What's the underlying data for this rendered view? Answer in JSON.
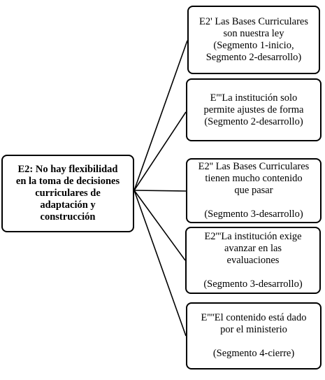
{
  "root": {
    "text": "E2: No hay flexibilidad\nen la toma de decisiones\ncurriculares de\nadaptación y\nconstrucción"
  },
  "children": [
    {
      "text": "E2' Las Bases Curriculares\nson nuestra  ley\n(Segmento 1-inicio,\nSegmento 2-desarrollo)"
    },
    {
      "text": "E'''La institución solo\npermite ajustes de forma\n(Segmento 2-desarrollo)"
    },
    {
      "text": "E2'' Las Bases Curriculares\ntienen mucho contenido\nque pasar\n\n(Segmento 3-desarrollo)"
    },
    {
      "text": "E2'''La institución exige\navanzar  en las\nevaluaciones\n\n(Segmento 3-desarrollo)"
    },
    {
      "text": "E''''El contenido está dado\npor el ministerio\n\n(Segmento 4-cierre)"
    }
  ]
}
